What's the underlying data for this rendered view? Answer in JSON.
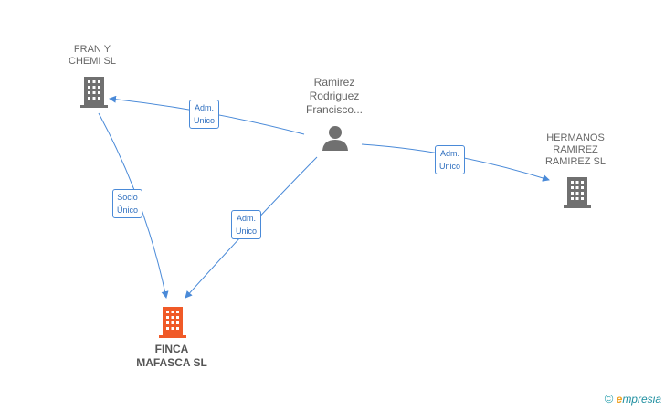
{
  "nodes": {
    "fran": {
      "lines": [
        "FRAN Y",
        "CHEMI SL"
      ]
    },
    "person": {
      "lines": [
        "Ramirez",
        "Rodriguez",
        "Francisco..."
      ]
    },
    "hermanos": {
      "lines": [
        "HERMANOS",
        "RAMIREZ",
        "RAMIREZ SL"
      ]
    },
    "finca": {
      "lines": [
        "FINCA",
        "MAFASCA SL"
      ]
    }
  },
  "edges": {
    "person_fran": [
      "Adm.",
      "Unico"
    ],
    "person_hermanos": [
      "Adm.",
      "Unico"
    ],
    "person_finca": [
      "Adm.",
      "Unico"
    ],
    "fran_finca": [
      "Socio",
      "Único"
    ]
  },
  "colors": {
    "company": "#707070",
    "target": "#f05a28",
    "person": "#707070",
    "edge": "#4a8ad8"
  },
  "icons": {
    "company": "building-icon",
    "person": "person-icon"
  },
  "brand": {
    "copyright": "©",
    "e": "e",
    "rest": "mpresia"
  }
}
